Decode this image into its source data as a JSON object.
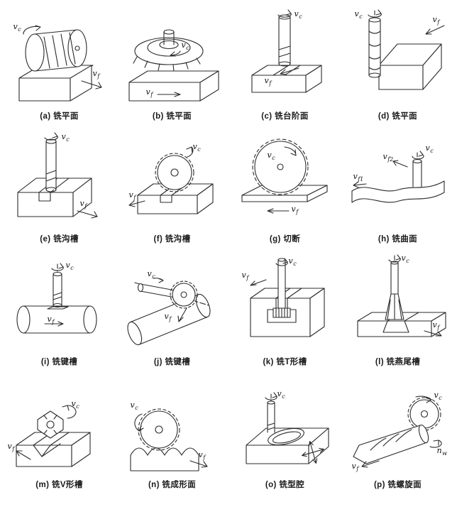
{
  "page": {
    "paper": "#ffffff",
    "ink": "#2b2b2b"
  },
  "figure": {
    "cells": [
      {
        "key": "a",
        "caption": "(a) 铣平面",
        "ann": [
          {
            "m": "v",
            "s": "c"
          },
          {
            "m": "v",
            "s": "f"
          }
        ]
      },
      {
        "key": "b",
        "caption": "(b) 铣平面",
        "ann": [
          {
            "m": "v",
            "s": "c"
          },
          {
            "m": "v",
            "s": "f"
          }
        ]
      },
      {
        "key": "c",
        "caption": "(c) 铣台阶面",
        "ann": [
          {
            "m": "v",
            "s": "c"
          },
          {
            "m": "v",
            "s": "f"
          }
        ]
      },
      {
        "key": "d",
        "caption": "(d) 铣平面",
        "ann": [
          {
            "m": "v",
            "s": "c"
          },
          {
            "m": "v",
            "s": "f"
          }
        ]
      },
      {
        "key": "e",
        "caption": "(e) 铣沟槽",
        "ann": [
          {
            "m": "v",
            "s": "c"
          },
          {
            "m": "v",
            "s": "f"
          }
        ]
      },
      {
        "key": "f",
        "caption": "(f) 铣沟槽",
        "ann": [
          {
            "m": "v",
            "s": "c"
          },
          {
            "m": "v",
            "s": "f"
          }
        ]
      },
      {
        "key": "g",
        "caption": "(g) 切断",
        "ann": [
          {
            "m": "v",
            "s": "c"
          },
          {
            "m": "v",
            "s": "f"
          }
        ]
      },
      {
        "key": "h",
        "caption": "(h) 铣曲面",
        "ann": [
          {
            "m": "v",
            "s": "c"
          },
          {
            "m": "v",
            "s": "f2"
          },
          {
            "m": "v",
            "s": "f1"
          }
        ]
      },
      {
        "key": "i",
        "caption": "(i) 铣键槽",
        "ann": [
          {
            "m": "v",
            "s": "c"
          },
          {
            "m": "v",
            "s": "f"
          }
        ]
      },
      {
        "key": "j",
        "caption": "(j) 铣键槽",
        "ann": [
          {
            "m": "v",
            "s": "c"
          },
          {
            "m": "v",
            "s": "f"
          }
        ]
      },
      {
        "key": "k",
        "caption": "(k) 铣T形槽",
        "ann": [
          {
            "m": "v",
            "s": "c"
          },
          {
            "m": "v",
            "s": "f"
          }
        ]
      },
      {
        "key": "l",
        "caption": "(l) 铣燕尾槽",
        "ann": [
          {
            "m": "v",
            "s": "c"
          },
          {
            "m": "v",
            "s": "f"
          }
        ]
      },
      {
        "key": "m",
        "caption": "(m) 铣V形槽",
        "ann": [
          {
            "m": "v",
            "s": "c"
          },
          {
            "m": "v",
            "s": "f"
          }
        ]
      },
      {
        "key": "n",
        "caption": "(n) 铣成形面",
        "ann": [
          {
            "m": "v",
            "s": "c"
          },
          {
            "m": "v",
            "s": "f"
          }
        ]
      },
      {
        "key": "o",
        "caption": "(o) 铣型腔",
        "ann": [
          {
            "m": "v",
            "s": "c"
          }
        ]
      },
      {
        "key": "p",
        "caption": "(p) 铣螺旋面",
        "ann": [
          {
            "m": "v",
            "s": "c"
          },
          {
            "m": "v",
            "s": "f"
          },
          {
            "m": "n",
            "s": "w"
          }
        ]
      }
    ]
  }
}
